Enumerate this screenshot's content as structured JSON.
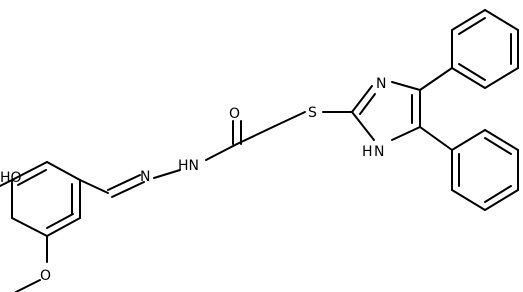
{
  "molecule": {
    "atom_labels": {
      "O_carbonyl": "O",
      "S_thioether": "S",
      "N_imine": "N",
      "NH_ring": "H",
      "N_ring": "N",
      "NH_hydrazide": "HN",
      "N_hydrazone": "N",
      "HO_phenol": "HO",
      "O_methoxy": "O"
    }
  }
}
